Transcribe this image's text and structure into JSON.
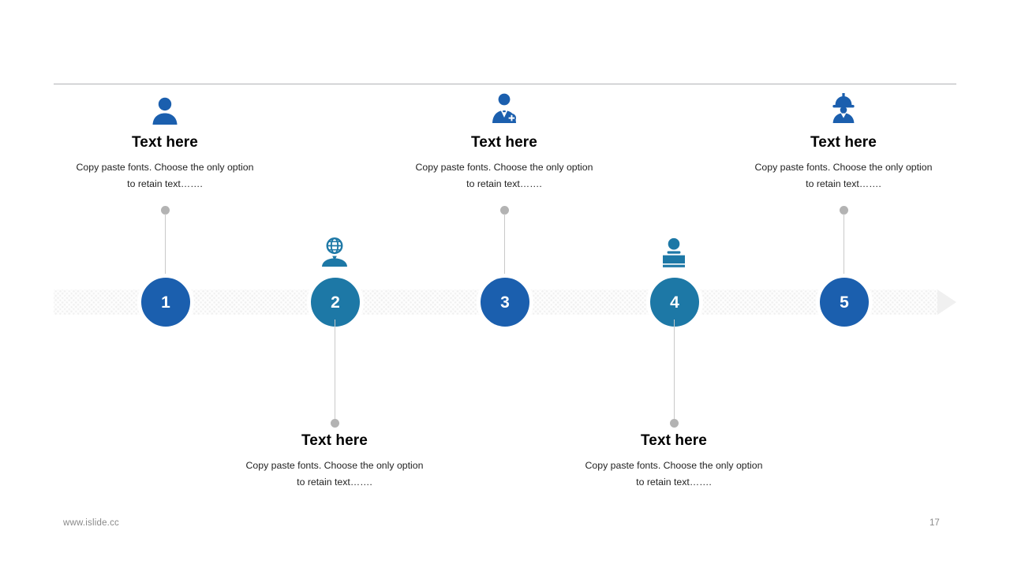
{
  "slide": {
    "page_number": "17",
    "website": "www.islide.cc",
    "colors": {
      "dark_blue": "#1b5fae",
      "teal_blue": "#1d78a6",
      "bar_gray": "#f0f0f0",
      "connector_gray": "#c9c9c9",
      "dot_gray": "#b3b3b3",
      "divider_gray": "#b0b2b5",
      "title_black": "#000000",
      "footer_gray": "#8a8a8a"
    }
  },
  "timeline": {
    "steps": [
      {
        "number": "1",
        "title": "Text here",
        "body": "Copy paste fonts. Choose the only option to retain text…….",
        "icon": "user-icon",
        "color": "#1b5fae",
        "position": "above"
      },
      {
        "number": "2",
        "title": "Text here",
        "body": "Copy paste fonts. Choose the only option to retain text…….",
        "icon": "global-person-icon",
        "color": "#1d78a6",
        "position": "below"
      },
      {
        "number": "3",
        "title": "Text here",
        "body": "Copy paste fonts. Choose the only option to retain text…….",
        "icon": "doctor-icon",
        "color": "#1b5fae",
        "position": "above"
      },
      {
        "number": "4",
        "title": "Text here",
        "body": "Copy paste fonts. Choose the only option to retain text…….",
        "icon": "person-desk-icon",
        "color": "#1d78a6",
        "position": "below"
      },
      {
        "number": "5",
        "title": "Text here",
        "body": "Copy paste fonts. Choose the only option to retain text…….",
        "icon": "construction-worker-icon",
        "color": "#1b5fae",
        "position": "above"
      }
    ]
  }
}
